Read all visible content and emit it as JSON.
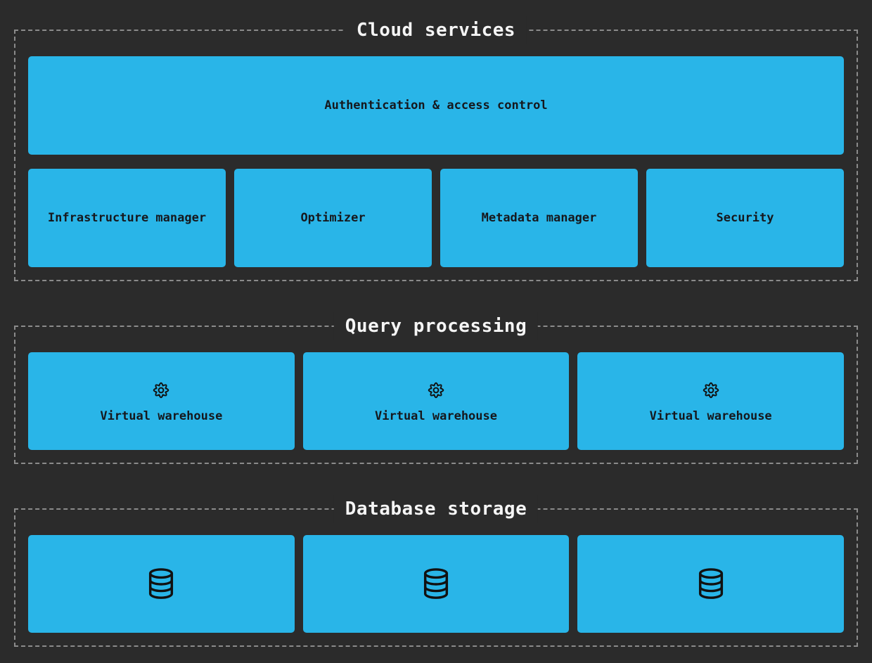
{
  "colors": {
    "accent": "#29b5e8",
    "background": "#2b2b2b",
    "border_dash": "#8b8b8b",
    "box_text": "#16181d",
    "title_text": "#f5f5f5",
    "icon_stroke": "#111111"
  },
  "cloud_services": {
    "title": "Cloud services",
    "auth_box_label": "Authentication & access control",
    "boxes": [
      "Infrastructure manager",
      "Optimizer",
      "Metadata manager",
      "Security"
    ]
  },
  "query_processing": {
    "title": "Query processing",
    "warehouses": [
      {
        "icon": "gear-icon",
        "label": "Virtual warehouse"
      },
      {
        "icon": "gear-icon",
        "label": "Virtual warehouse"
      },
      {
        "icon": "gear-icon",
        "label": "Virtual warehouse"
      }
    ]
  },
  "database_storage": {
    "title": "Database storage",
    "databases": [
      {
        "icon": "database-icon"
      },
      {
        "icon": "database-icon"
      },
      {
        "icon": "database-icon"
      }
    ]
  }
}
